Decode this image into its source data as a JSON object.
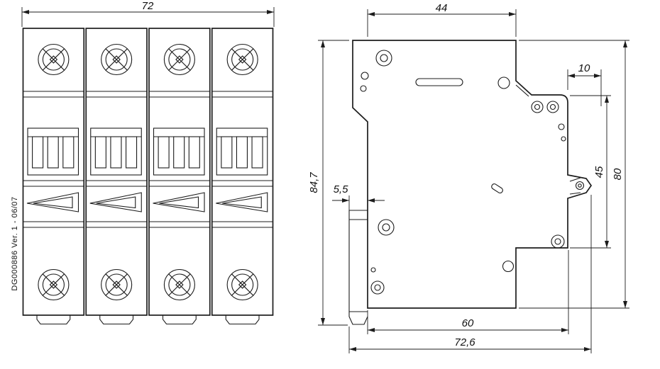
{
  "drawing": {
    "part_label": "DG000886 Ver. 1 - 06/07",
    "front_view": {
      "width": "72"
    },
    "side_view": {
      "top_width": "44",
      "latch_depth": "10",
      "total_height": "84,7",
      "clip_offset": "5,5",
      "terminal_height": "45",
      "body_height": "80",
      "body_depth": "60",
      "total_depth": "72,6"
    }
  }
}
